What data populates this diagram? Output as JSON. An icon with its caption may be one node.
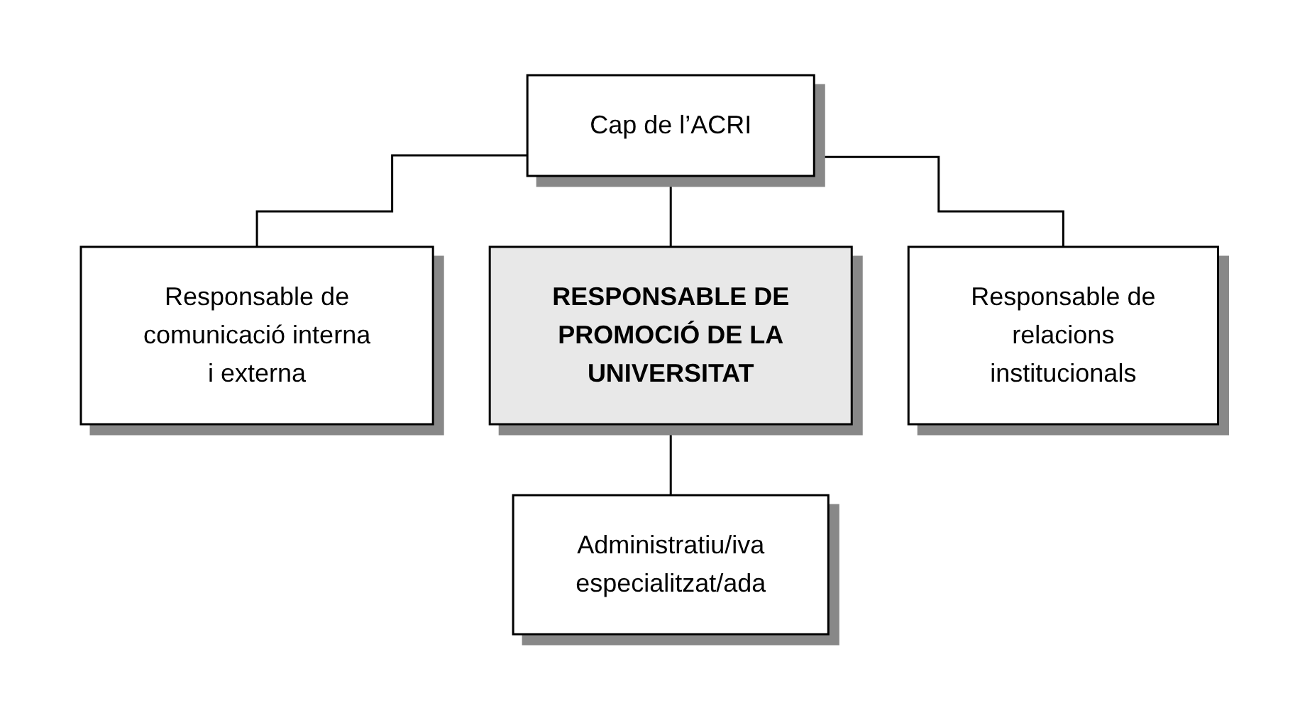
{
  "diagram": {
    "nodes": [
      {
        "text": [
          "Cap de l’ACRI"
        ]
      },
      {
        "text": [
          "Responsable de comunicació interna i externa"
        ]
      },
      {
        "text": [
          "RESPONSABLE DE PROMOCIÓ DE LA UNIVERSITAT"
        ]
      },
      {
        "text": [
          "Responsable de relacions institucionals"
        ]
      },
      {
        "text": [
          "Administratiu/iva especialitzat/ada"
        ]
      }
    ],
    "edges": [
      {
        "from": 0,
        "to": 1,
        "arrow": "none"
      },
      {
        "from": 0,
        "to": 2,
        "arrow": "none"
      },
      {
        "from": 0,
        "to": 3,
        "arrow": "none"
      },
      {
        "from": 2,
        "to": 4,
        "arrow": "none"
      }
    ]
  }
}
